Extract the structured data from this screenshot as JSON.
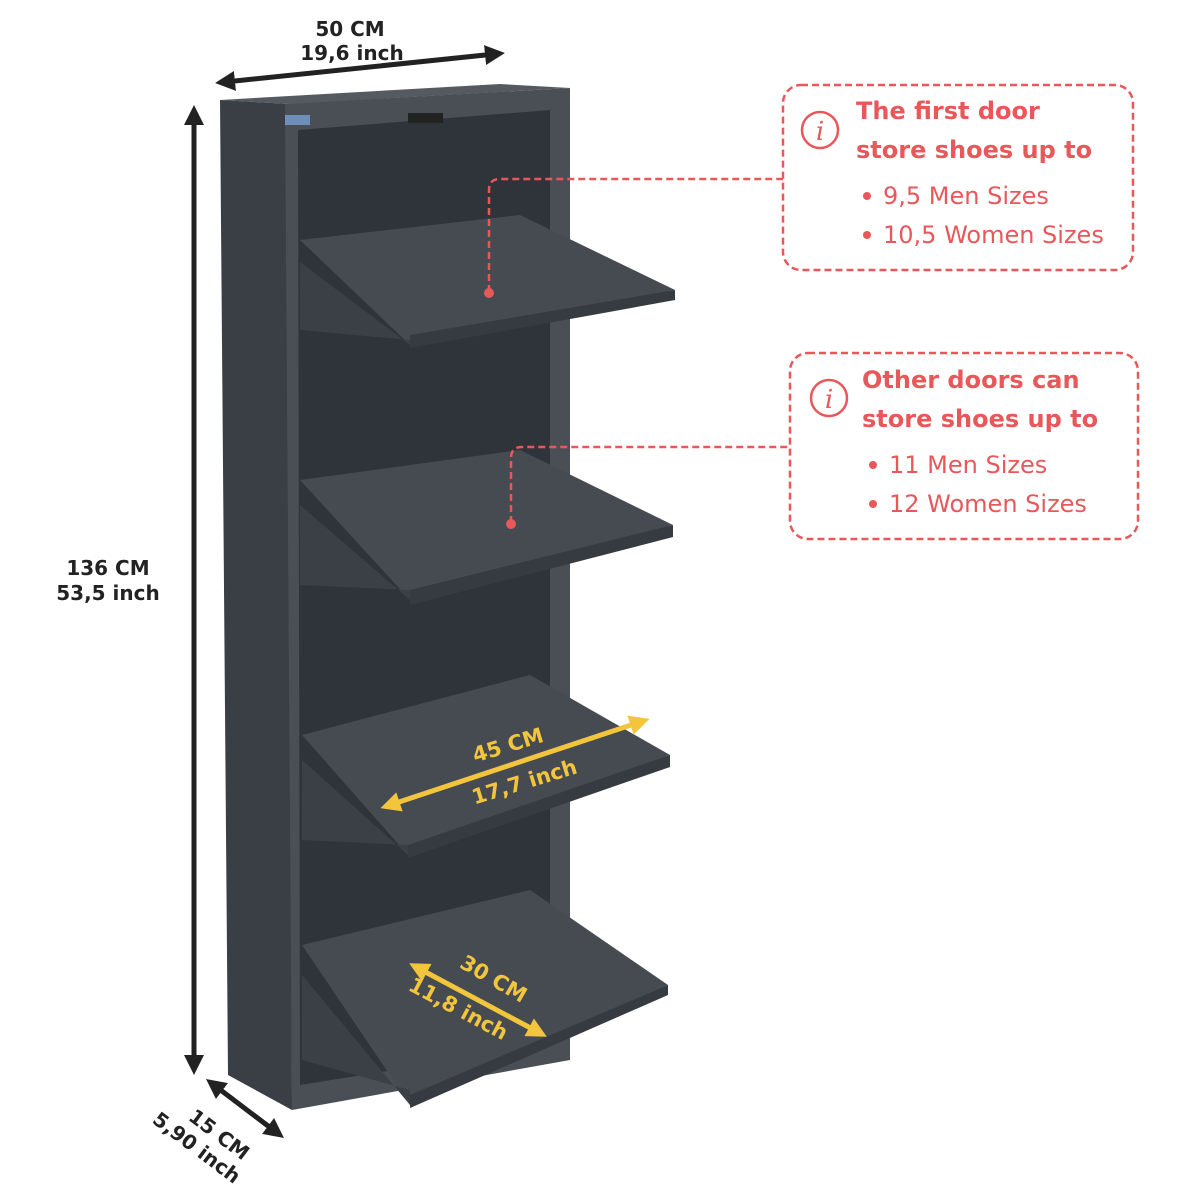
{
  "dimensions": {
    "width": {
      "cm": "50 CM",
      "inch": "19,6 inch"
    },
    "height": {
      "cm": "136 CM",
      "inch": "53,5 inch"
    },
    "depth": {
      "cm": "15 CM",
      "inch": "5,90 inch"
    },
    "tray_width": {
      "cm": "45 CM",
      "inch": "17,7 inch"
    },
    "tray_depth": {
      "cm": "30 CM",
      "inch": "11,8 inch"
    }
  },
  "info_boxes": [
    {
      "title_line1": "The first door",
      "title_line2": "store shoes up to",
      "items": [
        "9,5 Men Sizes",
        "10,5 Women Sizes"
      ]
    },
    {
      "title_line1": "Other doors can",
      "title_line2": "store shoes up to",
      "items": [
        "11 Men Sizes",
        "12 Women Sizes"
      ]
    }
  ],
  "colors": {
    "cabinet": "#3f444b",
    "accent_red": "#e8585a",
    "accent_yellow": "#f2c53d",
    "dimension_line": "#222222"
  }
}
